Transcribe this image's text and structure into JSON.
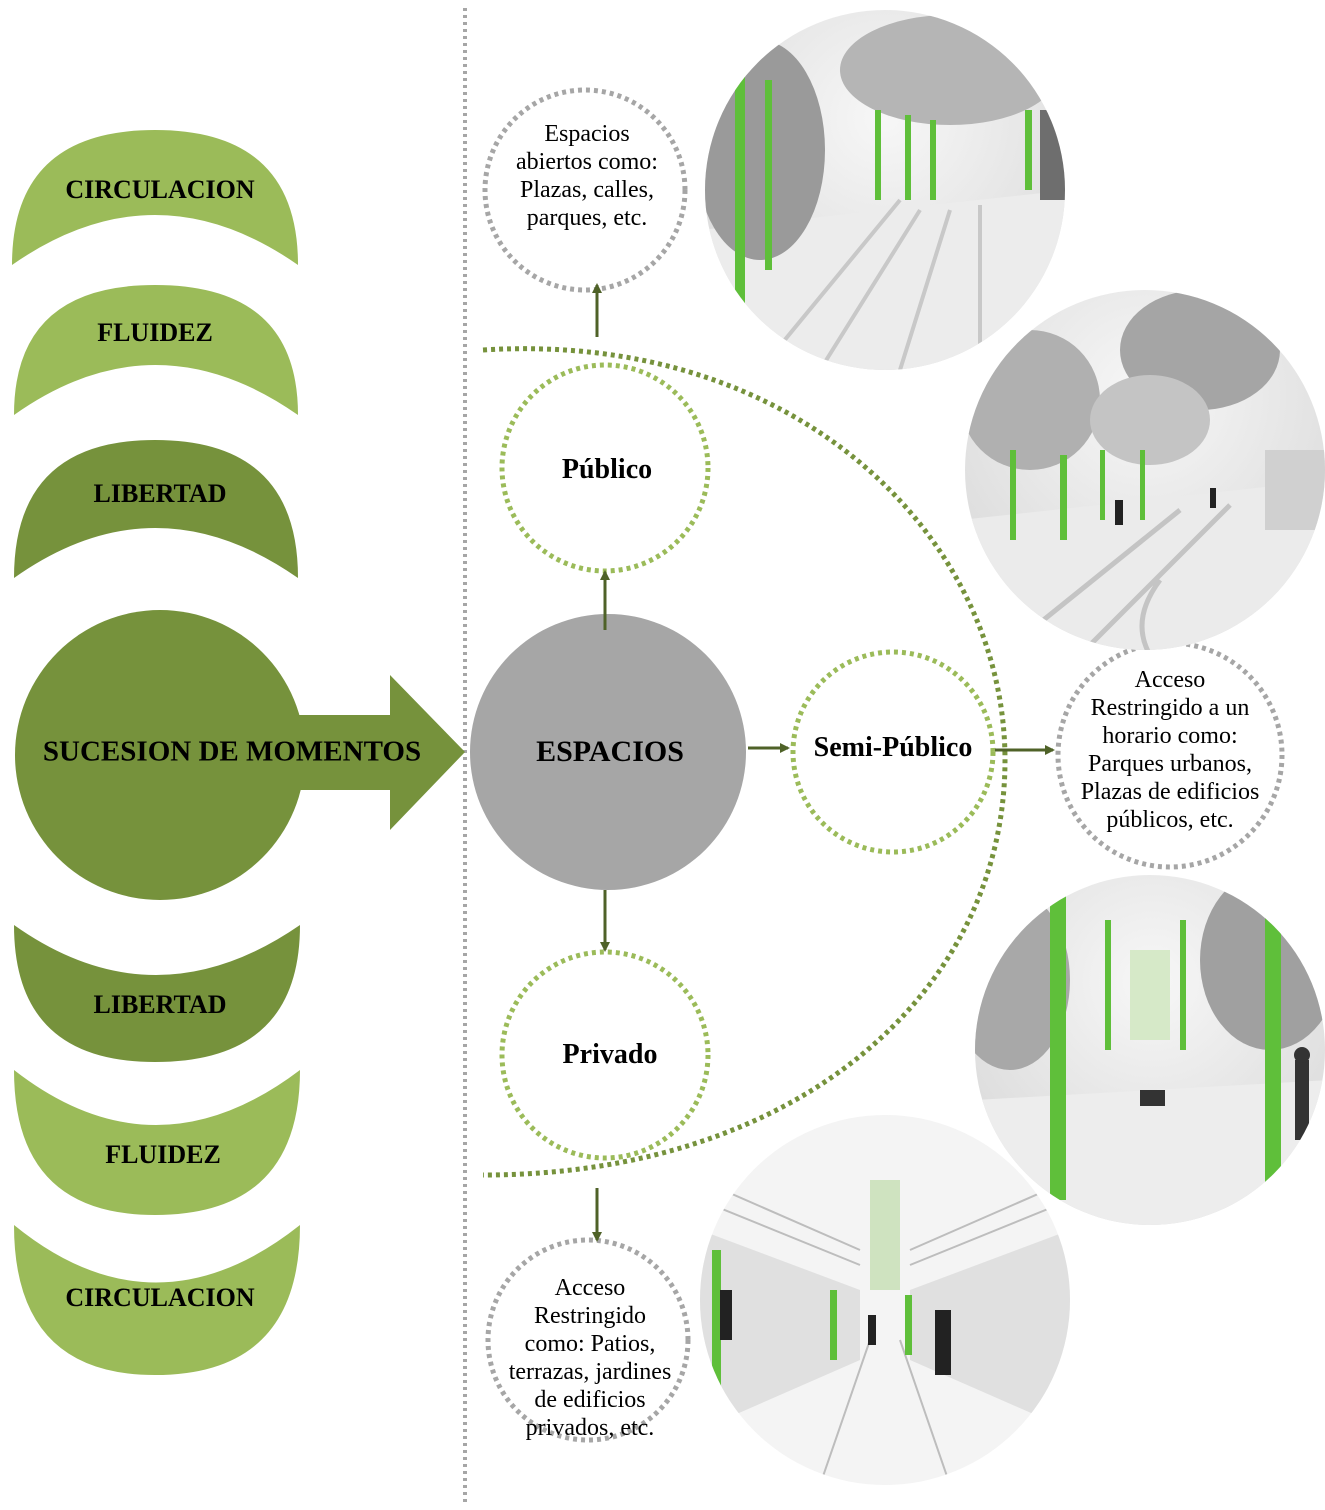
{
  "colors": {
    "green_light": "#9bbb59",
    "green_mid": "#8aaa48",
    "green_dark": "#76923c",
    "arrow_green": "#4f6228",
    "center_gray": "#a6a6a6",
    "dotted_gray": "#a6a6a6",
    "dotted_green": "#9bbb59",
    "dotted_dark_green": "#76923c"
  },
  "left_column": {
    "items": [
      {
        "label": "CIRCULACION",
        "shade": "light"
      },
      {
        "label": "FLUIDEZ",
        "shade": "light"
      },
      {
        "label": "LIBERTAD",
        "shade": "dark"
      },
      {
        "label": "LIBERTAD",
        "shade": "dark"
      },
      {
        "label": "FLUIDEZ",
        "shade": "light"
      },
      {
        "label": "CIRCULACION",
        "shade": "light"
      }
    ],
    "main_circle": "SUCESION DE MOMENTOS"
  },
  "diagram": {
    "center": "ESPACIOS",
    "publico": "Público",
    "semi_publico": "Semi-Público",
    "privado": "Privado"
  },
  "descriptions": {
    "publico": [
      "Espacios",
      "abiertos como:",
      "Plazas, calles,",
      "parques, etc."
    ],
    "semi_publico": [
      "Acceso",
      "Restringido a un",
      "horario como:",
      "Parques urbanos,",
      "Plazas de edificios",
      "públicos, etc."
    ],
    "privado": [
      "Acceso",
      "Restringido",
      "como: Patios,",
      "terrazas, jardines",
      "de edificios",
      "privados, etc."
    ]
  },
  "photos": [
    {
      "name": "plaza-photo"
    },
    {
      "name": "park-photo"
    },
    {
      "name": "pergola-photo"
    },
    {
      "name": "courtyard-photo"
    }
  ]
}
